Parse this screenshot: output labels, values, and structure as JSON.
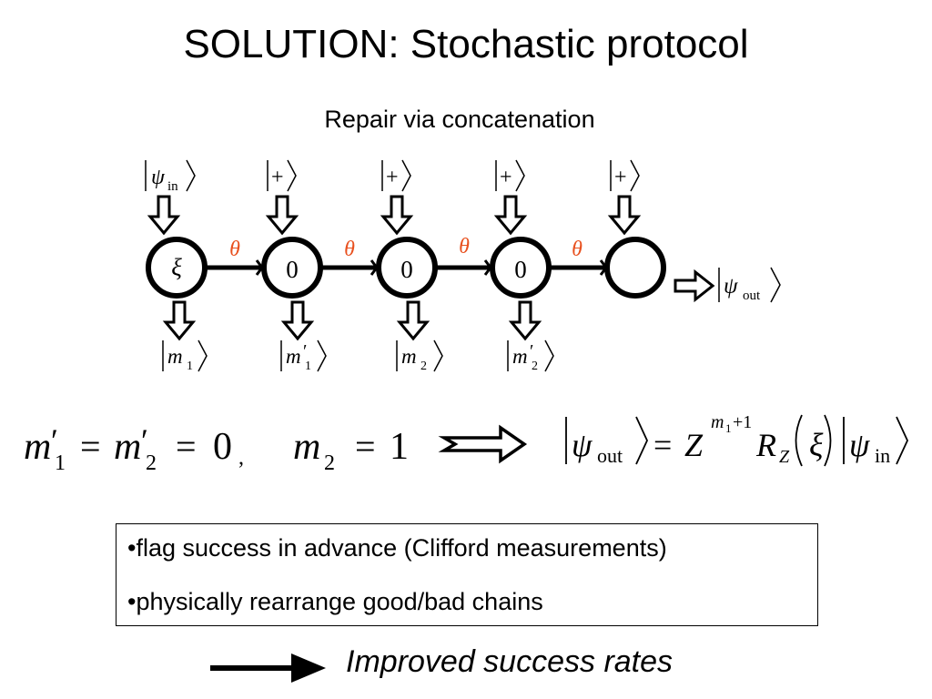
{
  "slide": {
    "title": "SOLUTION: Stochastic protocol",
    "subtitle": "Repair via concatenation"
  },
  "diagram": {
    "inputs": [
      "ψ",
      "in",
      "+",
      "+",
      "+",
      "+"
    ],
    "node_labels": [
      "ξ",
      "0",
      "0",
      "0",
      ""
    ],
    "edge_label": "θ",
    "edge_color": "#e8501e",
    "outputs": [
      {
        "symbol": "m",
        "sub": "1",
        "prime": ""
      },
      {
        "symbol": "m",
        "sub": "1",
        "prime": "′"
      },
      {
        "symbol": "m",
        "sub": "2",
        "prime": ""
      },
      {
        "symbol": "m",
        "sub": "2",
        "prime": "′"
      }
    ],
    "final_output": {
      "symbol": "ψ",
      "sub": "out"
    }
  },
  "equation": {
    "left": {
      "m": "m",
      "prime": "′",
      "sub1": "1",
      "sub2": "2",
      "eq": "=",
      "zero": "0",
      "comma": ",",
      "one": "1"
    },
    "right": {
      "psi": "ψ",
      "out": "out",
      "in": "in",
      "eq": "=",
      "Z": "Z",
      "exp_m": "m",
      "exp_sub": "1",
      "exp_plus": "+1",
      "R": "R",
      "R_sub": "Z",
      "xi": "ξ"
    }
  },
  "bullets": [
    "•flag success in advance (Clifford measurements)",
    "•physically rearrange good/bad chains"
  ],
  "conclusion": "Improved success rates"
}
